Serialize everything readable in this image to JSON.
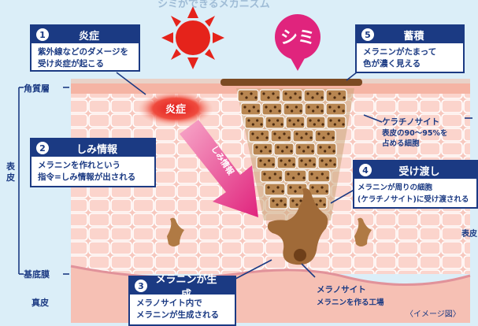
{
  "top_caption": "シミができるメカニズム",
  "spot_label": "シミ",
  "inflammation_label": "炎症",
  "arrow_label": "しみ情報",
  "layer_labels": {
    "stratum_corneum": "角質層",
    "epidermis_left": "表皮",
    "basement_membrane": "基底膜",
    "dermis": "真皮",
    "epidermis_right": "表皮"
  },
  "boxes": [
    {
      "num": "1",
      "title": "炎症",
      "body": [
        "紫外線などのダメージを",
        "受け炎症が起こる"
      ]
    },
    {
      "num": "2",
      "title": "しみ情報",
      "body": [
        "メラニンを作れという",
        "指令=しみ情報が出される"
      ]
    },
    {
      "num": "3",
      "title": "メラニンが生成",
      "body": [
        "メラノサイト内で",
        "メラニンが生成される"
      ]
    },
    {
      "num": "4",
      "title": "受け渡し",
      "body": [
        "メラニンが周りの細胞",
        "(ケラチノサイト)に受け渡される"
      ]
    },
    {
      "num": "5",
      "title": "蓄積",
      "body": [
        "メラニンがたまって",
        "色が濃く見える"
      ]
    }
  ],
  "keratinocyte_note": {
    "title": "ケラチノサイト",
    "lines": [
      "表皮の90〜95%を",
      "占める細胞"
    ]
  },
  "melanocyte_note": {
    "title": "メラノサイト",
    "line": "メラニンを作る工場"
  },
  "image_note": "〈イメージ図〉",
  "colors": {
    "navy": "#1b3a83",
    "magenta": "#e0247d",
    "sun": "#e5231b",
    "brown": "#8a5a2b"
  }
}
